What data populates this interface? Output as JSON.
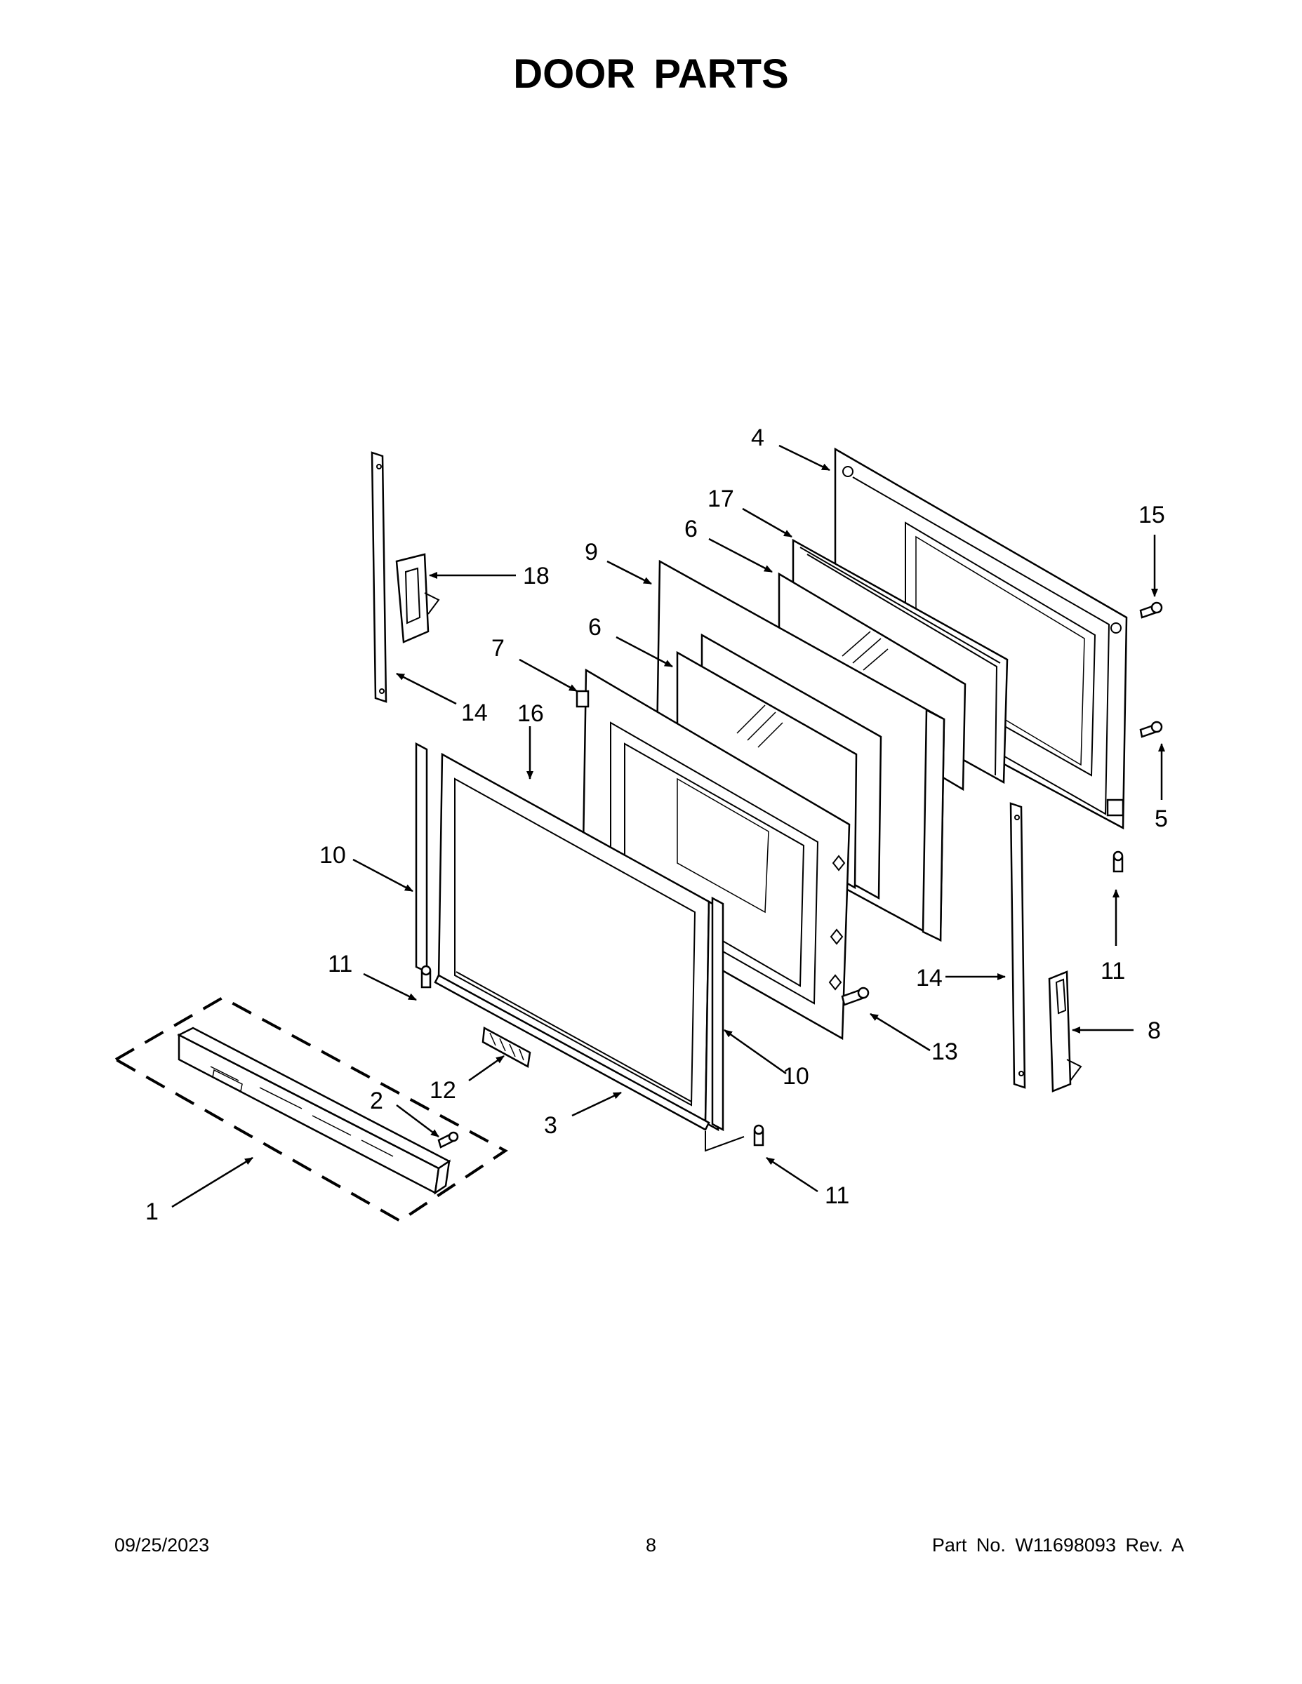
{
  "title": "DOOR PARTS",
  "callouts": [
    {
      "id": "1",
      "text": "1"
    },
    {
      "id": "2",
      "text": "2"
    },
    {
      "id": "3",
      "text": "3"
    },
    {
      "id": "4",
      "text": "4"
    },
    {
      "id": "5",
      "text": "5"
    },
    {
      "id": "6a",
      "text": "6"
    },
    {
      "id": "6b",
      "text": "6"
    },
    {
      "id": "7",
      "text": "7"
    },
    {
      "id": "8",
      "text": "8"
    },
    {
      "id": "9",
      "text": "9"
    },
    {
      "id": "10a",
      "text": "10"
    },
    {
      "id": "10b",
      "text": "10"
    },
    {
      "id": "11a",
      "text": "11"
    },
    {
      "id": "11b",
      "text": "11"
    },
    {
      "id": "11c",
      "text": "11"
    },
    {
      "id": "12",
      "text": "12"
    },
    {
      "id": "13",
      "text": "13"
    },
    {
      "id": "14a",
      "text": "14"
    },
    {
      "id": "14b",
      "text": "14"
    },
    {
      "id": "15",
      "text": "15"
    },
    {
      "id": "16",
      "text": "16"
    },
    {
      "id": "17",
      "text": "17"
    },
    {
      "id": "18",
      "text": "18"
    }
  ],
  "footer": {
    "date": "09/25/2023",
    "page": "8",
    "part": "Part No.  W11698093  Rev.  A"
  }
}
